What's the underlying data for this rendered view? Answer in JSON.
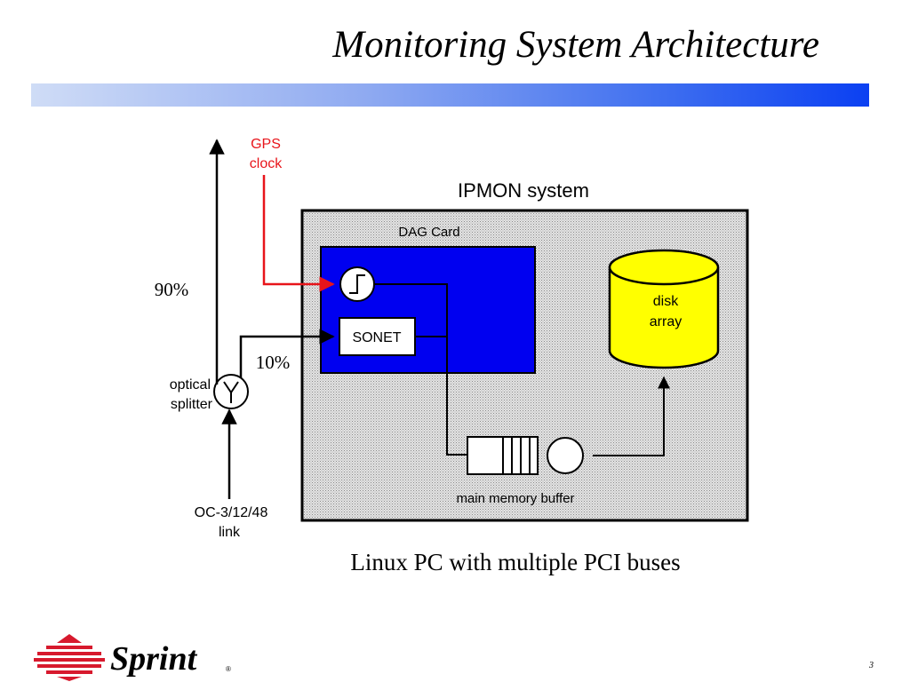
{
  "slide": {
    "title": "Monitoring System Architecture",
    "caption": "Linux PC with multiple PCI buses",
    "page_number": "3"
  },
  "diagram": {
    "gps_line1": "GPS",
    "gps_line2": "clock",
    "system_label": "IPMON system",
    "card_label": "DAG Card",
    "sonet_label": "SONET",
    "disk_line1": "disk",
    "disk_line2": "array",
    "percent_90": "90%",
    "percent_10": "10%",
    "splitter_line1": "optical",
    "splitter_line2": "splitter",
    "link_line1": "OC-3/12/48",
    "link_line2": "link",
    "buffer_label": "main memory buffer"
  },
  "logo": {
    "text": "Sprint"
  },
  "colors": {
    "title_bar_start": "#cfdcf6",
    "title_bar_end": "#0b40f2",
    "dag_card": "#0000f0",
    "disk": "#ffff00",
    "gps": "#e8141a",
    "sprint_red": "#d7192d"
  }
}
